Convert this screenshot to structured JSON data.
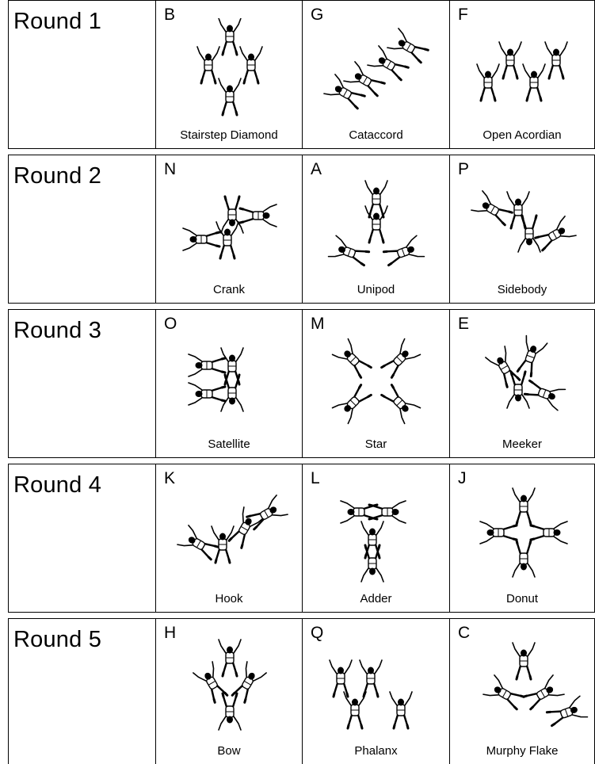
{
  "rounds": [
    {
      "label": "Round 1",
      "formations": [
        {
          "letter": "B",
          "name": "Stairstep Diamond"
        },
        {
          "letter": "G",
          "name": "Cataccord"
        },
        {
          "letter": "F",
          "name": "Open Acordian"
        }
      ]
    },
    {
      "label": "Round 2",
      "formations": [
        {
          "letter": "N",
          "name": "Crank"
        },
        {
          "letter": "A",
          "name": "Unipod"
        },
        {
          "letter": "P",
          "name": "Sidebody"
        }
      ]
    },
    {
      "label": "Round 3",
      "formations": [
        {
          "letter": "O",
          "name": "Satellite"
        },
        {
          "letter": "M",
          "name": "Star"
        },
        {
          "letter": "E",
          "name": "Meeker"
        }
      ]
    },
    {
      "label": "Round 4",
      "formations": [
        {
          "letter": "K",
          "name": "Hook"
        },
        {
          "letter": "L",
          "name": "Adder"
        },
        {
          "letter": "J",
          "name": "Donut"
        }
      ]
    },
    {
      "label": "Round 5",
      "formations": [
        {
          "letter": "H",
          "name": "Bow"
        },
        {
          "letter": "Q",
          "name": "Phalanx"
        },
        {
          "letter": "C",
          "name": "Murphy Flake"
        }
      ]
    }
  ]
}
